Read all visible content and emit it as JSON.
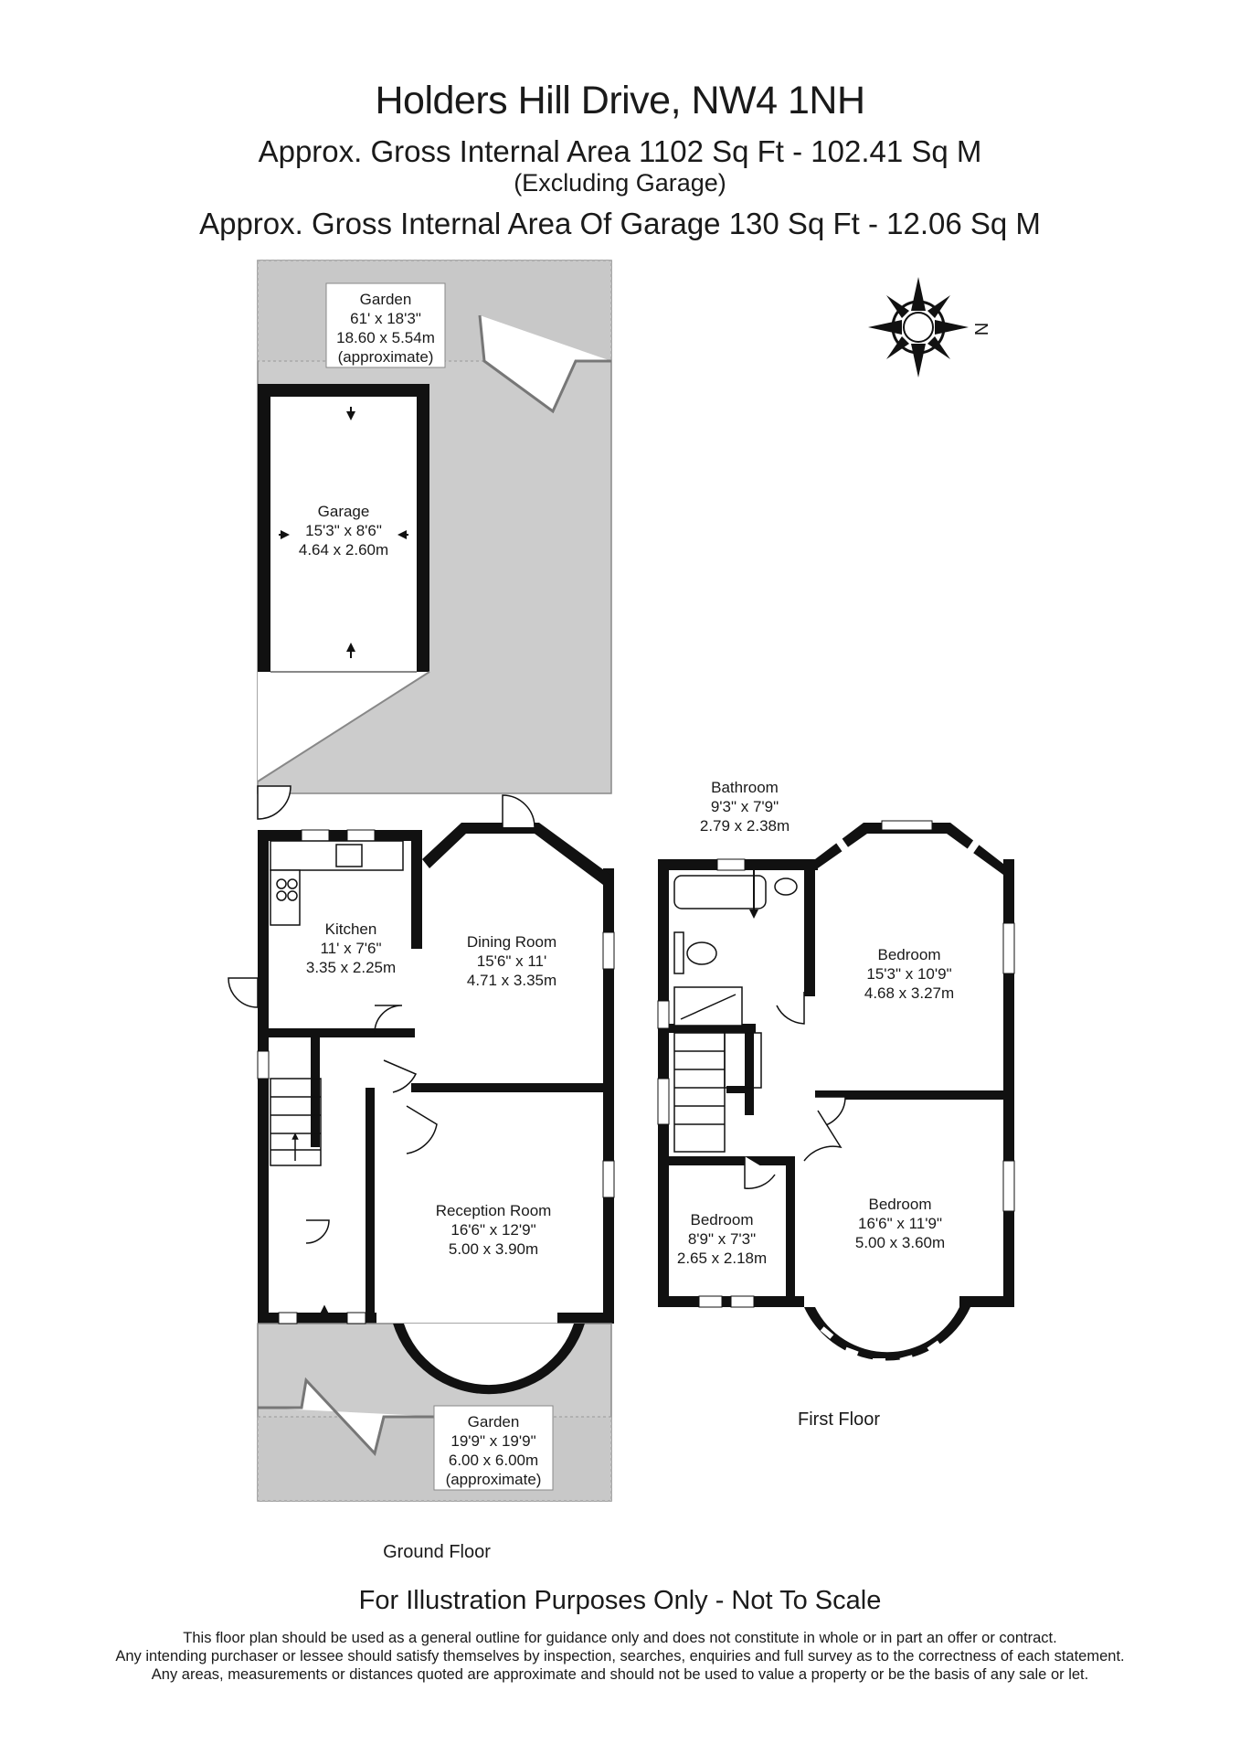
{
  "header": {
    "title": "Holders Hill Drive, NW4 1NH",
    "area_line": "Approx. Gross Internal Area  1102 Sq Ft  -  102.41 Sq M",
    "area_note": "(Excluding Garage)",
    "garage_area_line": "Approx. Gross Internal Area Of Garage  130 Sq Ft  -  12.06 Sq M"
  },
  "compass": {
    "label": "N"
  },
  "rooms": {
    "garden_rear": {
      "name": "Garden",
      "imperial": "61' x 18'3\"",
      "metric": "18.60 x 5.54m",
      "note": "(approximate)"
    },
    "garage": {
      "name": "Garage",
      "imperial": "15'3\" x 8'6\"",
      "metric": "4.64 x 2.60m"
    },
    "kitchen": {
      "name": "Kitchen",
      "imperial": "11' x 7'6\"",
      "metric": "3.35 x 2.25m"
    },
    "dining_room": {
      "name": "Dining Room",
      "imperial": "15'6\" x 11'",
      "metric": "4.71 x 3.35m"
    },
    "reception_room": {
      "name": "Reception Room",
      "imperial": "16'6\" x 12'9\"",
      "metric": "5.00 x 3.90m"
    },
    "garden_front": {
      "name": "Garden",
      "imperial": "19'9\" x 19'9\"",
      "metric": "6.00 x 6.00m",
      "note": "(approximate)"
    },
    "bathroom": {
      "name": "Bathroom",
      "imperial": "9'3\" x 7'9\"",
      "metric": "2.79 x 2.38m"
    },
    "bedroom_rear": {
      "name": "Bedroom",
      "imperial": "15'3\" x 10'9\"",
      "metric": "4.68 x 3.27m"
    },
    "bedroom_small": {
      "name": "Bedroom",
      "imperial": "8'9\" x 7'3\"",
      "metric": "2.65 x 2.18m"
    },
    "bedroom_front": {
      "name": "Bedroom",
      "imperial": "16'6\" x 11'9\"",
      "metric": "5.00 x 3.60m"
    }
  },
  "floors": {
    "ground": "Ground Floor",
    "first": "First Floor"
  },
  "footer": {
    "note": "For Illustration Purposes Only - Not To Scale",
    "disclaimer": [
      "This floor plan should be used as a general outline for guidance only and does not constitute in whole or in part an offer or contract.",
      "Any intending purchaser or lessee should satisfy themselves by inspection, searches, enquiries and full survey as to the correctness of each statement.",
      "Any areas, measurements or distances quoted are approximate and should not be used to value a property or be the basis of any sale or let."
    ]
  }
}
